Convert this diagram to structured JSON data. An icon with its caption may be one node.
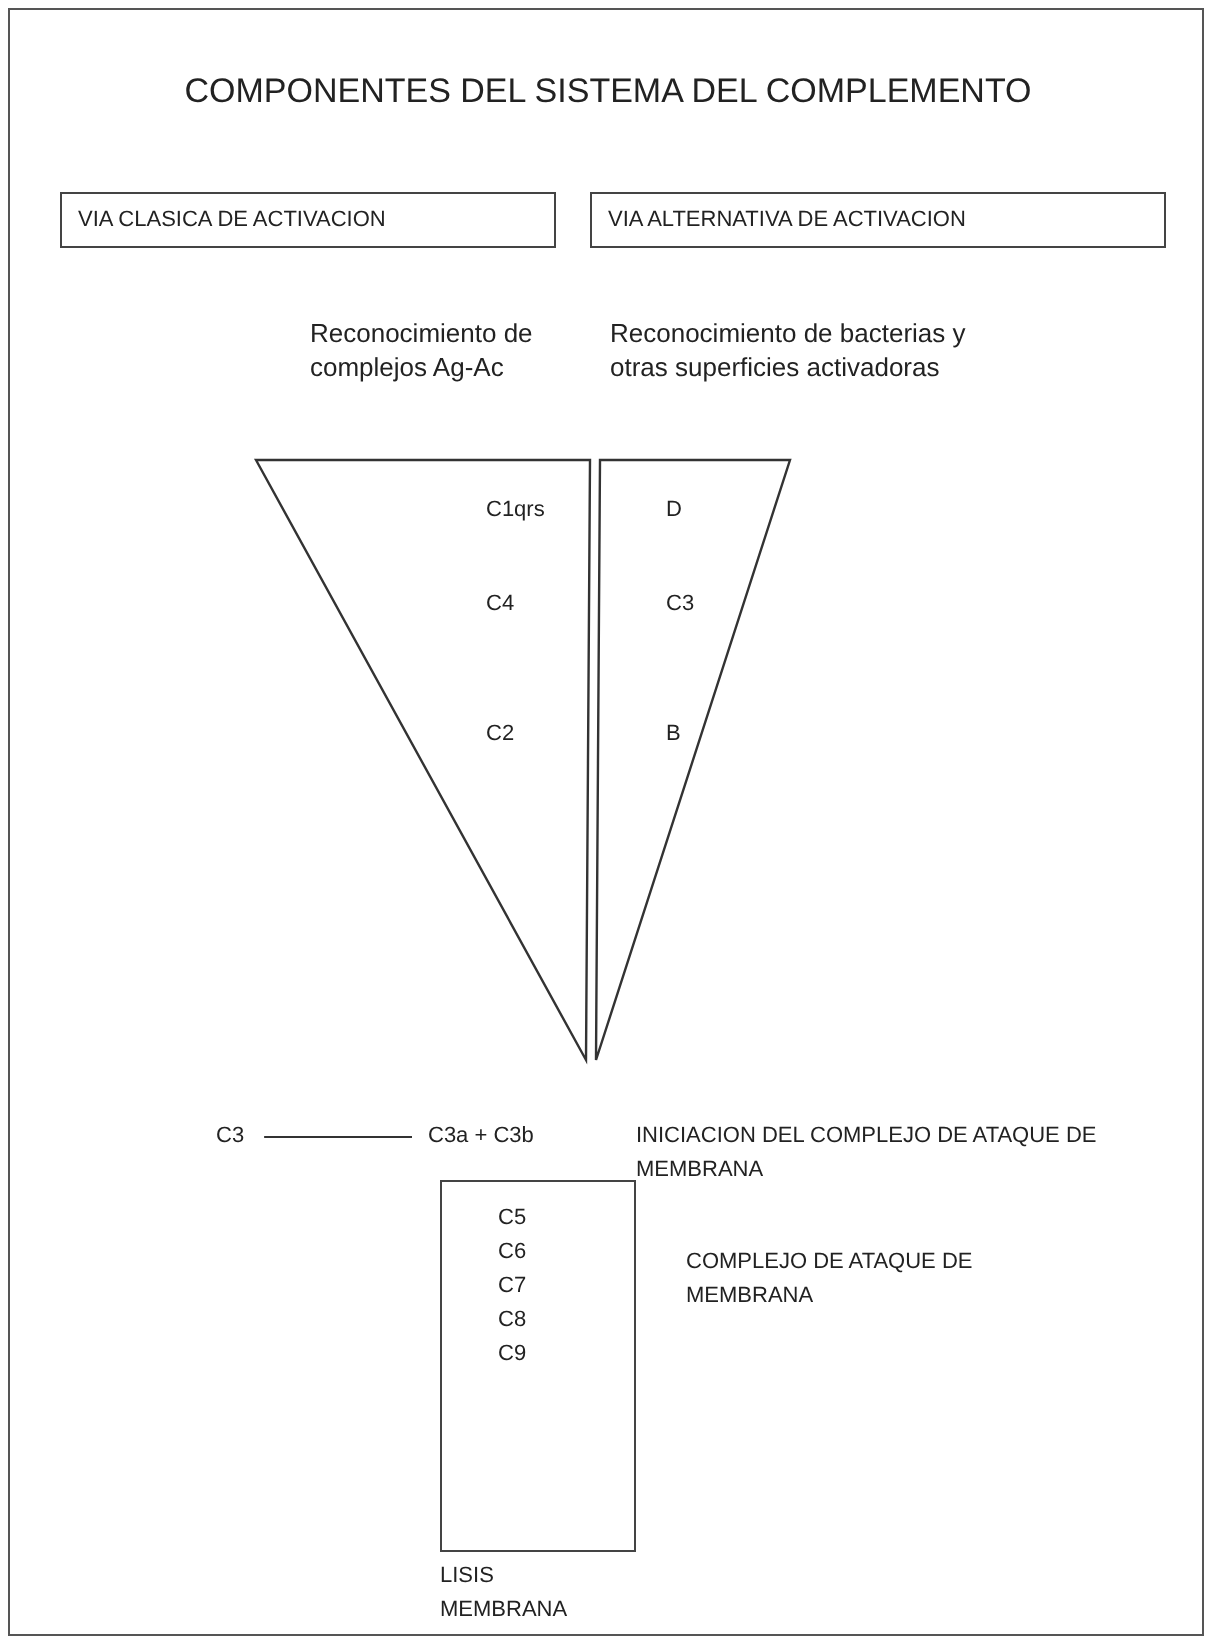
{
  "diagram": {
    "title": "COMPONENTES DEL SISTEMA DEL COMPLEMENTO",
    "nodes": [
      {
        "text": [
          "VIA CLASICA DE ACTIVACION"
        ]
      },
      {
        "text": [
          "VIA ALTERNATIVA DE ACTIVACION"
        ]
      },
      {
        "text": [
          "Reconocimiento de complejos Ag-Ac",
          "C1qrs",
          "C4",
          "C2"
        ]
      },
      {
        "text": [
          "Reconocimiento de bacterias y otras superficies activadoras",
          "D",
          "C3",
          "B"
        ]
      },
      {
        "text": [
          "C3"
        ]
      },
      {
        "text": [
          "C3a + C3b"
        ]
      },
      {
        "text": [
          "C5",
          "C6",
          "C7",
          "C8",
          "C9"
        ],
        "beside": [
          "COMPLEJO DE ATAQUE DE MEMBRANA",
          "LISIS MEMBRANA"
        ]
      }
    ],
    "edges": [
      {
        "from": 4,
        "to": 5,
        "arrow": "none"
      }
    ],
    "labels": [
      "INICIACION DEL COMPLEJO DE ATAQUE DE MEMBRANA"
    ]
  }
}
